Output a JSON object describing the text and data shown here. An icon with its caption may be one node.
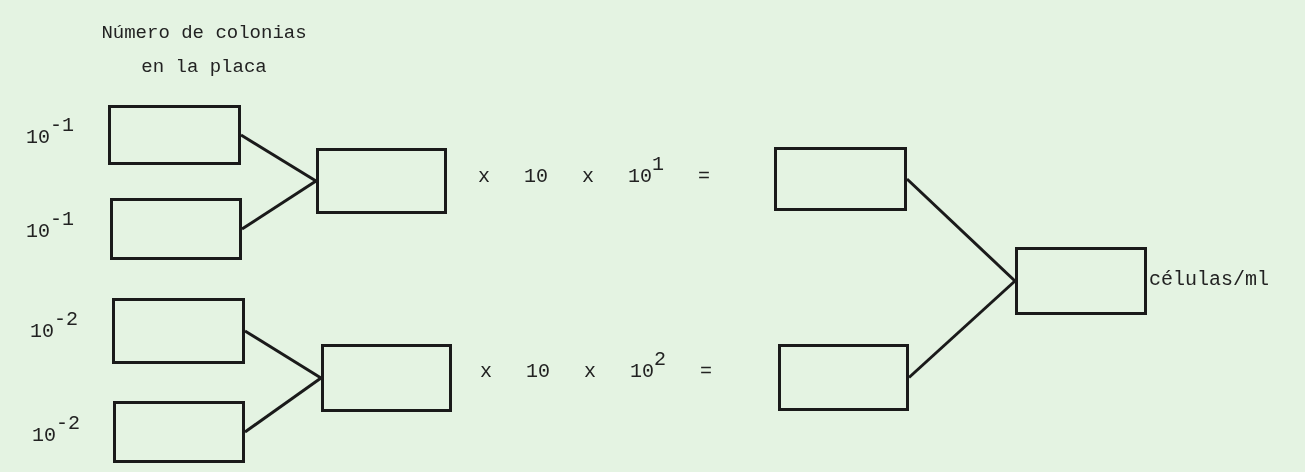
{
  "diagram": {
    "nodes": [
      {
        "text": [],
        "shape": "box",
        "beside": [
          "10$^{-1}$"
        ]
      },
      {
        "text": [],
        "shape": "box",
        "beside": [
          "10$^{-1}$"
        ]
      },
      {
        "text": [],
        "shape": "box",
        "beside": [
          "x 10 x 10$^{1}$ ="
        ]
      },
      {
        "text": [],
        "shape": "box",
        "beside": [
          "10$^{-2}$"
        ]
      },
      {
        "text": [],
        "shape": "box",
        "beside": [
          "10$^{-2}$"
        ]
      },
      {
        "text": [],
        "shape": "box",
        "beside": [
          "x 10 x 10$^{2}$ ="
        ]
      },
      {
        "text": [],
        "shape": "box"
      },
      {
        "text": [],
        "shape": "box"
      },
      {
        "text": [],
        "shape": "box",
        "beside": [
          "células/ml"
        ]
      }
    ],
    "edges": [
      {
        "from": 0,
        "to": 2,
        "arrow": "none"
      },
      {
        "from": 1,
        "to": 2,
        "arrow": "none"
      },
      {
        "from": 3,
        "to": 5,
        "arrow": "none"
      },
      {
        "from": 4,
        "to": 5,
        "arrow": "none"
      },
      {
        "from": 6,
        "to": 8,
        "arrow": "none"
      },
      {
        "from": 7,
        "to": 8,
        "arrow": "none"
      }
    ],
    "labels": [
      "Número de colonias en la placa"
    ]
  }
}
